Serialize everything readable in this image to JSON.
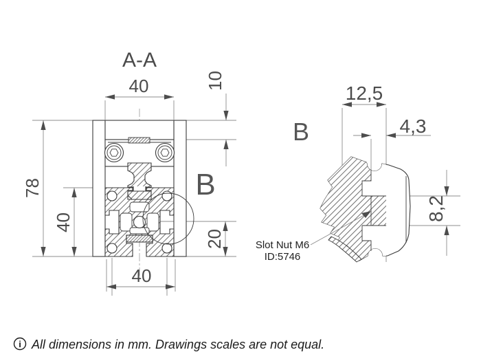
{
  "drawing": {
    "section_view": {
      "title": "A-A",
      "detail_marker": "B",
      "dim_top_width": "40",
      "dim_plate_height": "10",
      "dim_total_height": "78",
      "dim_profile_height": "40",
      "dim_bottom_offset": "20",
      "dim_bottom_width": "40"
    },
    "detail_view": {
      "title": "B",
      "dim_nut_width": "12,5",
      "dim_slot_width": "4,3",
      "dim_tongue_height": "8,2",
      "callout": {
        "line1": "Slot Nut M6",
        "line2": "ID:5746"
      }
    }
  },
  "footer": {
    "info_glyph": "i",
    "note": "All dimensions in mm. Drawings scales are not equal."
  },
  "colors": {
    "background": "#ffffff",
    "outline": "#3a3a3a",
    "dimension_lines": "#8c8c8c",
    "text": "#4c4c4c",
    "note_text": "#1b1b1b"
  }
}
